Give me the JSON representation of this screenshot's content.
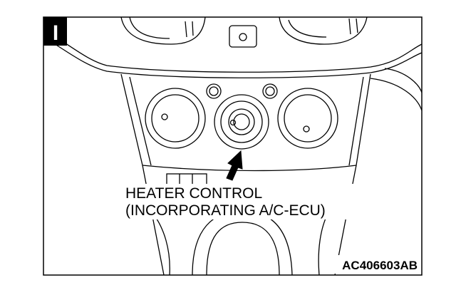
{
  "figure": {
    "badge": "I",
    "callout_line1": "HEATER CONTROL",
    "callout_line2": "(INCORPORATING A/C-ECU)",
    "code": "AC406603AB"
  }
}
